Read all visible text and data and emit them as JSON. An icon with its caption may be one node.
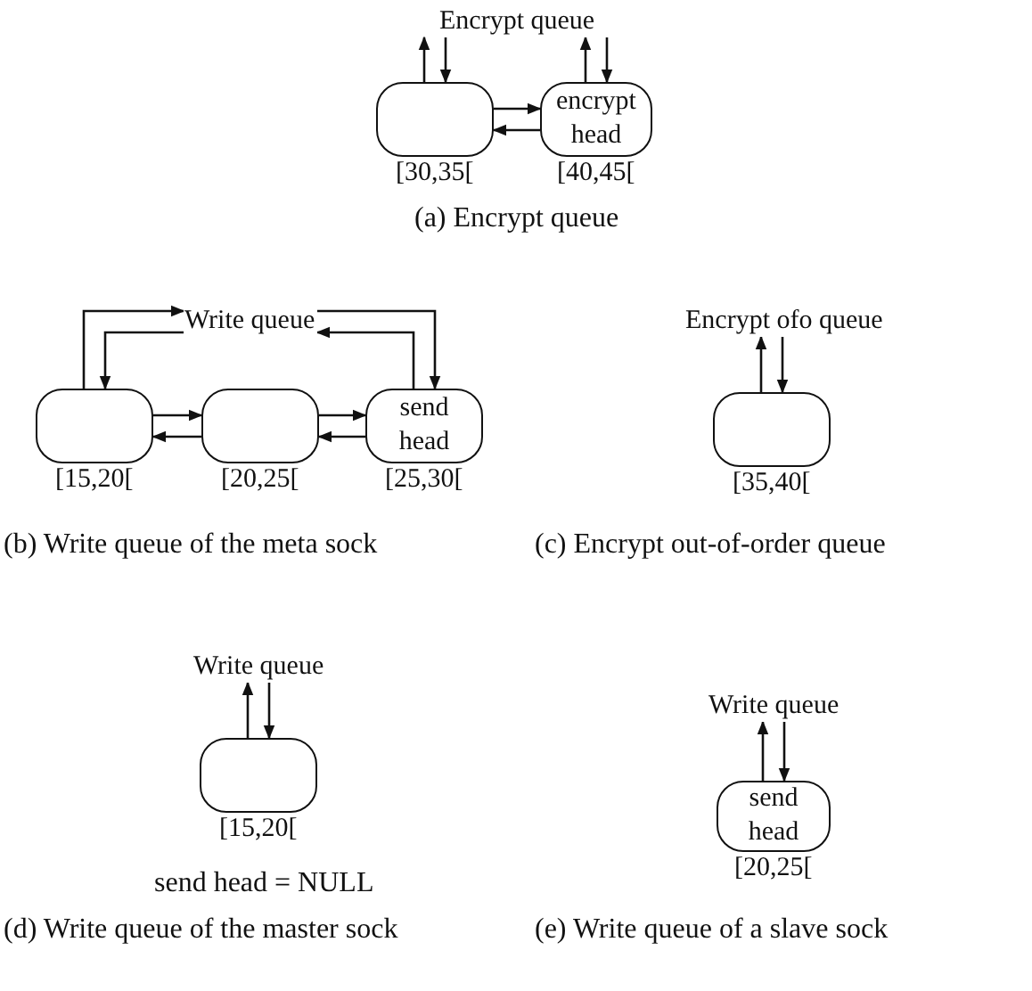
{
  "diagram": {
    "nodes": [
      {
        "text": [
          "Encrypt queue"
        ]
      },
      {
        "text": [],
        "shape": "box",
        "beside": [
          "[30,35["
        ]
      },
      {
        "text": [
          "encrypt head"
        ],
        "beside": [
          "[40,45["
        ]
      },
      {
        "text": [
          "Write queue"
        ]
      },
      {
        "text": [],
        "shape": "box",
        "beside": [
          "[15,20["
        ]
      },
      {
        "text": [],
        "shape": "box",
        "beside": [
          "[20,25["
        ]
      },
      {
        "text": [
          "send head"
        ],
        "beside": [
          "[25,30["
        ]
      },
      {
        "text": [
          "Encrypt ofo queue"
        ]
      },
      {
        "text": [],
        "shape": "box",
        "beside": [
          "[35,40["
        ]
      },
      {
        "text": [
          "Write queue"
        ]
      },
      {
        "text": [],
        "shape": "box",
        "beside": [
          "[15,20["
        ]
      },
      {
        "text": [
          "Write queue"
        ]
      },
      {
        "text": [
          "send head"
        ],
        "beside": [
          "[20,25["
        ]
      }
    ],
    "edges": [
      {
        "from": 1,
        "to": 0,
        "arrow": "to"
      },
      {
        "from": 0,
        "to": 1,
        "arrow": "to"
      },
      {
        "from": 2,
        "to": 0,
        "arrow": "to"
      },
      {
        "from": 0,
        "to": 2,
        "arrow": "to"
      },
      {
        "from": 1,
        "to": 2,
        "arrow": "to"
      },
      {
        "from": 2,
        "to": 1,
        "arrow": "to"
      },
      {
        "from": 4,
        "to": 3,
        "arrow": "to"
      },
      {
        "from": 3,
        "to": 4,
        "arrow": "to"
      },
      {
        "from": 6,
        "to": 3,
        "arrow": "to"
      },
      {
        "from": 3,
        "to": 6,
        "arrow": "to"
      },
      {
        "from": 4,
        "to": 5,
        "arrow": "to"
      },
      {
        "from": 5,
        "to": 4,
        "arrow": "to"
      },
      {
        "from": 5,
        "to": 6,
        "arrow": "to"
      },
      {
        "from": 6,
        "to": 5,
        "arrow": "to"
      },
      {
        "from": 8,
        "to": 7,
        "arrow": "to"
      },
      {
        "from": 7,
        "to": 8,
        "arrow": "to"
      },
      {
        "from": 10,
        "to": 9,
        "arrow": "to"
      },
      {
        "from": 9,
        "to": 10,
        "arrow": "to"
      },
      {
        "from": 12,
        "to": 11,
        "arrow": "to"
      },
      {
        "from": 11,
        "to": 12,
        "arrow": "to"
      }
    ],
    "labels": [
      "(a) Encrypt queue",
      "(b) Write queue of the meta sock",
      "(c) Encrypt out-of-order queue",
      "send head = NULL",
      "(d) Write queue of the master sock",
      "(e) Write queue of a slave sock"
    ]
  }
}
